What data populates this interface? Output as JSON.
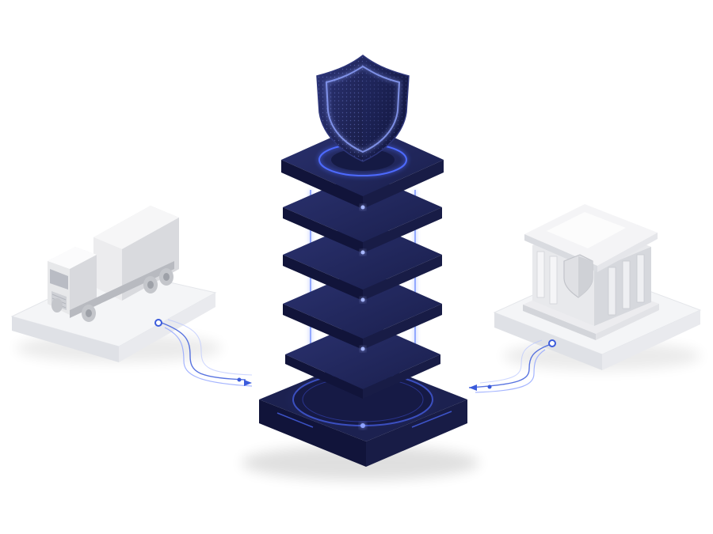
{
  "scene": {
    "objects": [
      {
        "id": "truck",
        "kind": "delivery truck on white platform"
      },
      {
        "id": "tower",
        "kind": "stacked navy security server with shield"
      },
      {
        "id": "bank",
        "kind": "bank building with shield emblem on white platform"
      }
    ],
    "colors": {
      "background": "#ffffff",
      "navy": "#1c2150",
      "navy_light": "#2b3270",
      "navy_dark": "#11143a",
      "glow": "#4d6bff",
      "glow_soft": "#8fa3ff",
      "connector": "#3b5bdb",
      "platform": "#f3f4f6",
      "platform_side": "#dadde3",
      "truck_body": "#ececee",
      "truck_shade": "#c9cbd0",
      "bank_body": "#f0f0f2",
      "bank_shade": "#cfd1d6"
    },
    "icons": [
      "shield-icon",
      "truck-icon",
      "bank-icon"
    ]
  }
}
